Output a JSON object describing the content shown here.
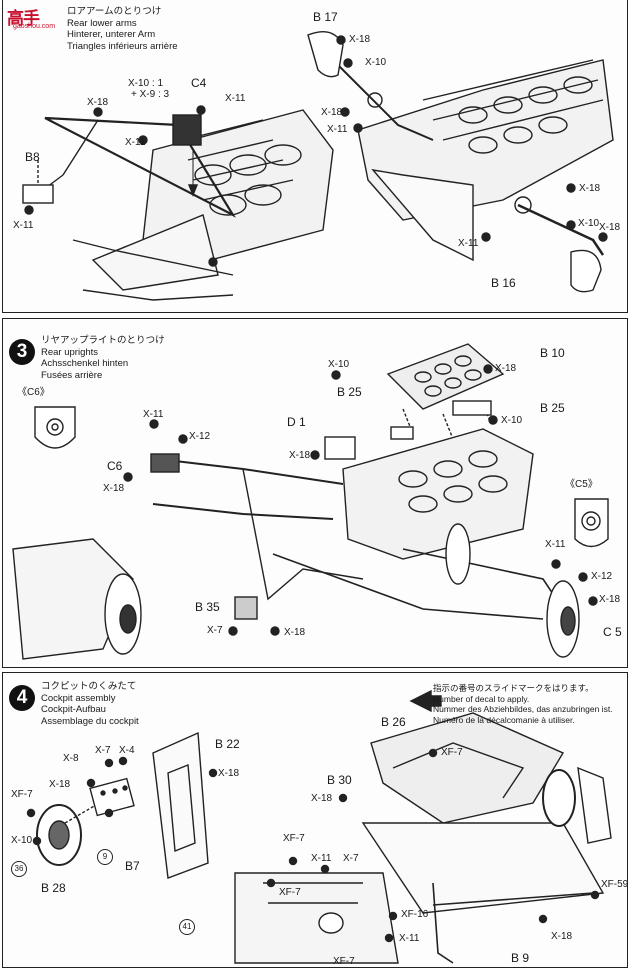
{
  "watermark": {
    "line1": "高手",
    "line2": "gaoshou.com"
  },
  "step2": {
    "title_lines": [
      "ロアアームのとりつけ",
      "Rear lower arms",
      "Hinterer, unterer Arm",
      "Triangles inférieurs arrière"
    ],
    "labels": {
      "x10_1": "X-10 : 1",
      "x9_3": "+ X-9 : 3",
      "c4": "C4",
      "x18_a": "X-18",
      "x11_a": "X-11",
      "x11_b": "X-11",
      "b8": "B8",
      "x11_c": "X-11",
      "b17": "B 17",
      "x18_b": "X-18",
      "x10_a": "X-10",
      "x18_c": "X-18",
      "x11_d": "X-11",
      "x18_d": "X-18",
      "x10_b": "X-10",
      "x18_e": "X-18",
      "x11_e": "X-11",
      "b16": "B 16"
    }
  },
  "step3": {
    "number": "3",
    "title_lines": [
      "リヤアップライトのとりつけ",
      "Rear uprights",
      "Achsschenkel hinten",
      "Fusées arrière"
    ],
    "labels": {
      "c6_ref": "《C6》",
      "c5_ref": "《C5》",
      "x10": "X-10",
      "b25_a": "B 25",
      "b10": "B 10",
      "x18_a": "X-18",
      "d1": "D 1",
      "x18_b": "X-18",
      "b25_b": "B 25",
      "x10_b": "X-10",
      "x11_a": "X-11",
      "x12_a": "X-12",
      "c6": "C6",
      "x18_c": "X-18",
      "x11_b": "X-11",
      "x12_b": "X-12",
      "x18_d": "X-18",
      "c5": "C 5",
      "b35": "B 35",
      "x7": "X-7",
      "x18_e": "X-18"
    }
  },
  "step4": {
    "number": "4",
    "title_lines": [
      "コクピットのくみたて",
      "Cockpit assembly",
      "Cockpit-Aufbau",
      "Assemblage du cockpit"
    ],
    "decal_note": [
      "指示の番号のスライドマークをはります。",
      "Number of decal to apply.",
      "Nummer des Abziehbildes, das anzubringen ist.",
      "Numéro de la décalcomanie à utiliser."
    ],
    "labels": {
      "x8": "X-8",
      "x7": "X-7",
      "x4": "X-4",
      "x18_a": "X-18",
      "b22": "B 22",
      "x18_b": "X-18",
      "xf7_a": "XF-7",
      "x10": "X-10",
      "b28": "B 28",
      "b7": "B7",
      "c9": "9",
      "c36": "36",
      "b26": "B 26",
      "xf7_b": "XF-7",
      "b30": "B 30",
      "x18_c": "X-18",
      "xf7_c": "XF-7",
      "x11": "X-11",
      "x7_b": "X-7",
      "xf7_d": "XF-7",
      "xf16": "XF-16",
      "x11_b": "X-11",
      "xf7_e": "XF-7",
      "c41": "41",
      "xf59": "XF-59",
      "x18_d": "X-18",
      "b9": "B 9"
    }
  }
}
